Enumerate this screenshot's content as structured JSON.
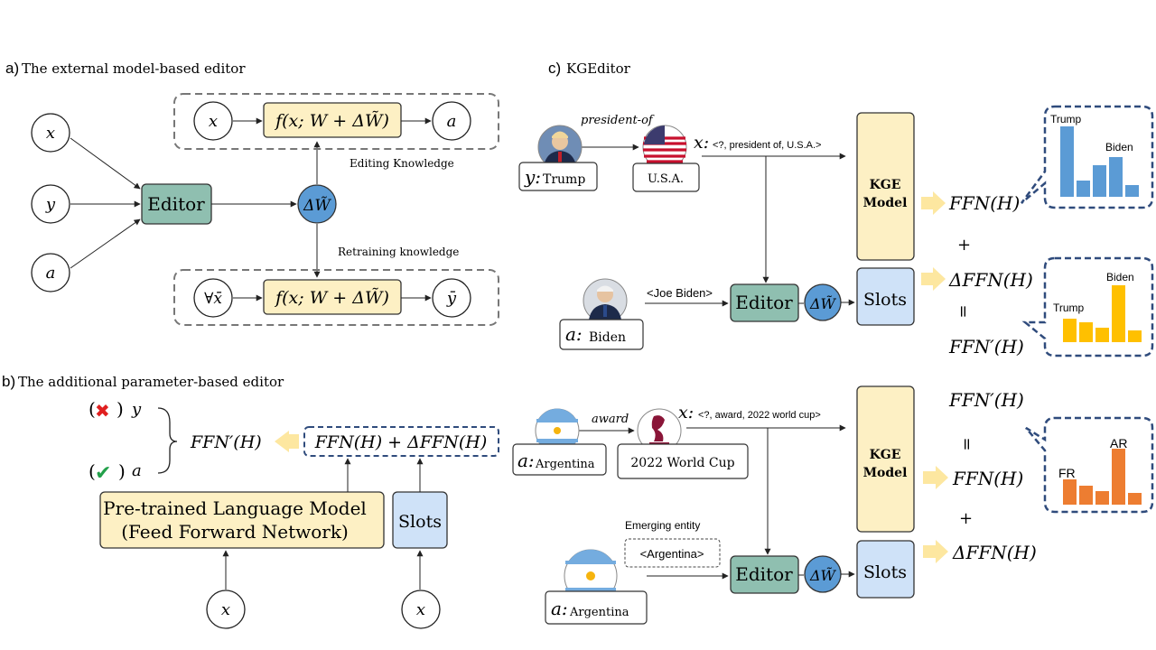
{
  "panel_a": {
    "label_prefix": "a)",
    "title": "The external model-based editor",
    "inputs": [
      "x",
      "y",
      "a"
    ],
    "editor": "Editor",
    "delta_w": "ΔW̃",
    "top_input": "x",
    "func": "f(x; W + ΔW̃)",
    "top_output": "a",
    "editing_caption": "Editing  Knowledge",
    "retrain_caption": "Retraining knowledge",
    "bottom_input": "∀x̄",
    "bottom_output": "ȳ"
  },
  "panel_b": {
    "label_prefix": "b)",
    "title": "The additional parameter-based editor",
    "wrong_mark": "✖",
    "wrong_label": "y",
    "right_mark": "✔",
    "right_label": "a",
    "paren_open": "(",
    "paren_close": ")",
    "ffn_prime": "FFN′(H)",
    "ffn_sum": "FFN(H) + ΔFFN(H)",
    "plm_line1": "Pre-trained Language Model",
    "plm_line2": "(Feed Forward Network)",
    "slots": "Slots",
    "input_left": "x",
    "input_right": "x"
  },
  "panel_c": {
    "label_prefix": "c)",
    "title": "KGEditor",
    "top": {
      "relation": "president-of",
      "head_prefix": "y:",
      "head_name": "Trump",
      "tail": "U.S.A.",
      "query_prefix": "x:",
      "query": "<?, president  of, U.S.A.>",
      "new_entity": "<Joe Biden>",
      "answer_prefix": "a:",
      "answer_name": "Biden",
      "kge_line1": "KGE",
      "kge_line2": "Model",
      "editor": "Editor",
      "delta_w": "ΔW̃",
      "slots": "Slots",
      "ffn": "FFN(H)",
      "plus": "+",
      "dffn": "ΔFFN(H)",
      "equals": "=",
      "ffn_prime": "FFN′(H)",
      "chart1_labels": [
        "Trump",
        "Biden"
      ],
      "chart2_labels": [
        "Trump",
        "Biden"
      ]
    },
    "bottom": {
      "relation": "award",
      "head_prefix": "a:",
      "head_name": "Argentina",
      "tail": "2022 World Cup",
      "query_prefix": "x:",
      "query": "<?, award, 2022 world cup>",
      "emerging_caption": "Emerging entity",
      "new_entity": "<Argentina>",
      "answer_prefix": "a:",
      "answer_name": "Argentina",
      "kge_line1": "KGE",
      "kge_line2": "Model",
      "editor": "Editor",
      "delta_w": "ΔW̃",
      "slots": "Slots",
      "ffn_prime": "FFN′(H)",
      "equals": "=",
      "ffn": "FFN(H)",
      "plus": "+",
      "dffn": "ΔFFN(H)",
      "chart3_labels": [
        "FR",
        "AR"
      ]
    }
  },
  "colors": {
    "editor_fill": "#8fbfb0",
    "func_fill": "#fdf0c4",
    "kge_fill": "#fdf0c4",
    "slots_fill": "#cfe2f8",
    "delta_fill": "#5b9bd5",
    "bars_blue": "#5b9bd5",
    "bars_yellow": "#ffc000",
    "bars_orange": "#ed7d31",
    "dash_navy": "#2f4b7c",
    "arrow_yellow": "#fde7a0",
    "cross_red": "#e02020",
    "check_green": "#22a04a"
  }
}
